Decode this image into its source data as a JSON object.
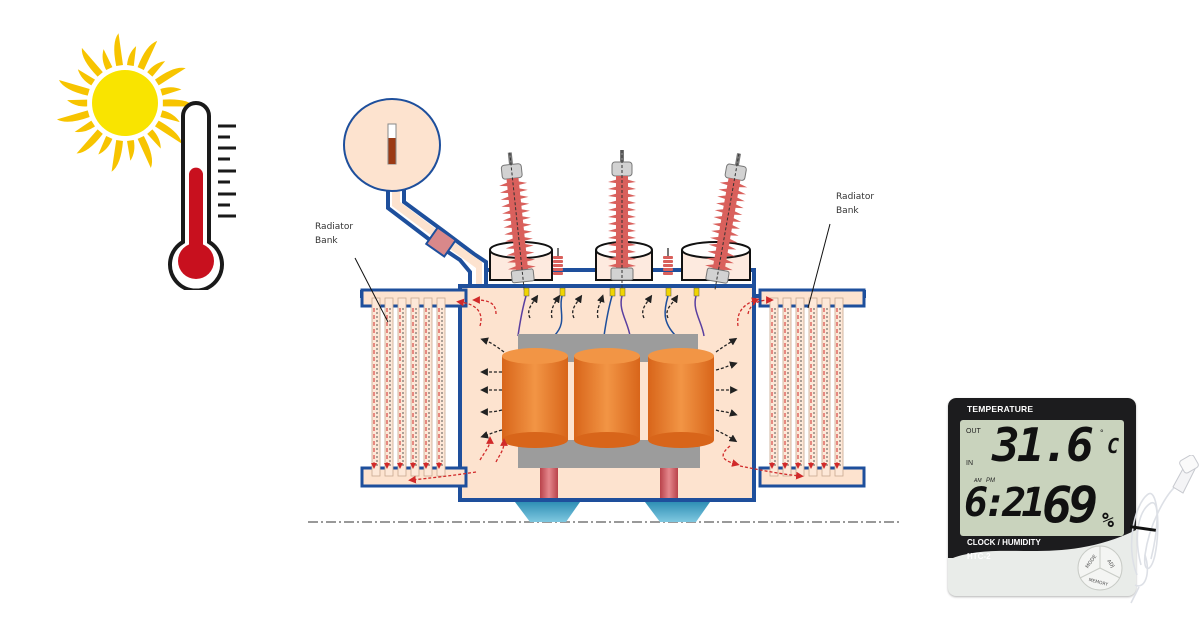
{
  "illustration": {
    "left_icon": {
      "sun": "sun-icon",
      "thermometer": "thermometer-icon",
      "thermometer_fill_fraction": 0.62,
      "colors": {
        "sun": "#f9e600",
        "rays": "#f7c800",
        "mercury": "#c8101e",
        "outline": "#1a1a1a"
      }
    },
    "diagram": {
      "title": "Transformer oil cooling circulation",
      "labels": {
        "left_radiator": [
          "Radiator",
          "Bank"
        ],
        "right_radiator": [
          "Radiator",
          "Bank"
        ]
      },
      "conservator_oil_level_fraction": 0.65,
      "bushings_count": 3,
      "coils_count": 3,
      "colors": {
        "tank_outline": "#1e4f9c",
        "oil": "#fde3cf",
        "coil": "#ea7a22",
        "core": "#9c9c9c",
        "bushing": "#d9605c",
        "hot_flow_arrows": "#d12a2a",
        "cool_flow_arrows": "#222222",
        "base_feet": "#3ea6c8",
        "support_blocks": "#c9545a"
      }
    },
    "hygrometer": {
      "brand_label": "TEMPERATURE",
      "screen": {
        "out_label": "OUT",
        "in_label": "IN",
        "temperature_value": "31.6",
        "temperature_unit_degree": "°",
        "temperature_unit": "C",
        "am_label": "AM",
        "pm_label": "PM",
        "clock_value": "6:21",
        "humidity_value": "69",
        "humidity_unit": "%"
      },
      "footer_label": "CLOCK / HUMIDITY",
      "model": "HTC-2",
      "buttons": [
        "MODE",
        "ADJ",
        "MEMORY"
      ]
    }
  }
}
